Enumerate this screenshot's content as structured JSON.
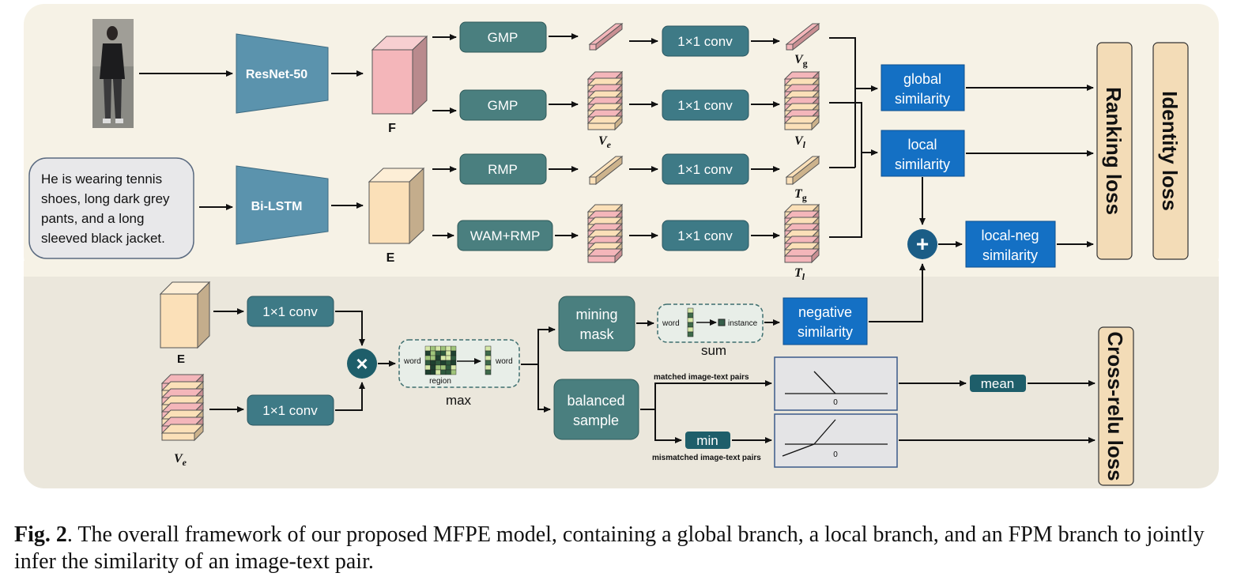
{
  "diagram": {
    "backbones": {
      "image": "ResNet-50",
      "text": "Bi-LSTM"
    },
    "text_input": [
      "He is wearing tennis",
      "shoes, long dark grey",
      "pants, and a long",
      "sleeved black jacket."
    ],
    "feature_labels": {
      "F": "F",
      "E": "E",
      "E_bottom": "E"
    },
    "pooling": {
      "gmp1": "GMP",
      "gmp2": "GMP",
      "rmp": "RMP",
      "wam_rmp": "WAM+RMP"
    },
    "conv": {
      "label": "1×1 conv"
    },
    "math_labels": {
      "v_e_top": "V",
      "v_e_top_sub": "e",
      "v_g": "V",
      "v_g_sub": "g",
      "v_l": "V",
      "v_l_sub": "l",
      "t_g": "T",
      "t_g_sub": "g",
      "t_l": "T",
      "t_l_sub": "l",
      "v_e_bottom": "V",
      "v_e_bottom_sub": "e"
    },
    "similarity": {
      "global_1": "global",
      "global_2": "similarity",
      "local_1": "local",
      "local_2": "similarity",
      "localneg_1": "local-neg",
      "localneg_2": "similarity",
      "negative_1": "negative",
      "negative_2": "similarity"
    },
    "losses": {
      "ranking": "Ranking loss",
      "identity": "Identity loss",
      "cross_relu": "Cross-relu loss"
    },
    "fpm": {
      "mining_1": "mining",
      "mining_2": "mask",
      "balanced_1": "balanced",
      "balanced_2": "sample",
      "min": "min",
      "mean": "mean",
      "max": "max",
      "sum": "sum",
      "word": "word",
      "region": "region",
      "word2": "word",
      "instance": "instance",
      "word3": "word",
      "matched": "matched image-text pairs",
      "mismatched": "mismatched image-text pairs",
      "zero1": "0",
      "zero2": "0"
    },
    "colors": {
      "panel_top": "#f6f2e6",
      "panel_bottom": "#ebe7dc",
      "backbone": "#5b93ad",
      "pool": "#4a7f7f",
      "conv": "#3e7a86",
      "similarity": "#1470c4",
      "loss": "#f3dcb7",
      "pink": "#f4b6ba",
      "cream": "#fbe0b8",
      "plus": "#1b5d86",
      "mult": "#1e5e6a"
    }
  },
  "caption": {
    "label": "Fig. 2",
    "text": ". The overall framework of our proposed MFPE model, containing a global branch, a local branch, and an FPM branch to jointly infer the similarity of an image-text pair."
  }
}
